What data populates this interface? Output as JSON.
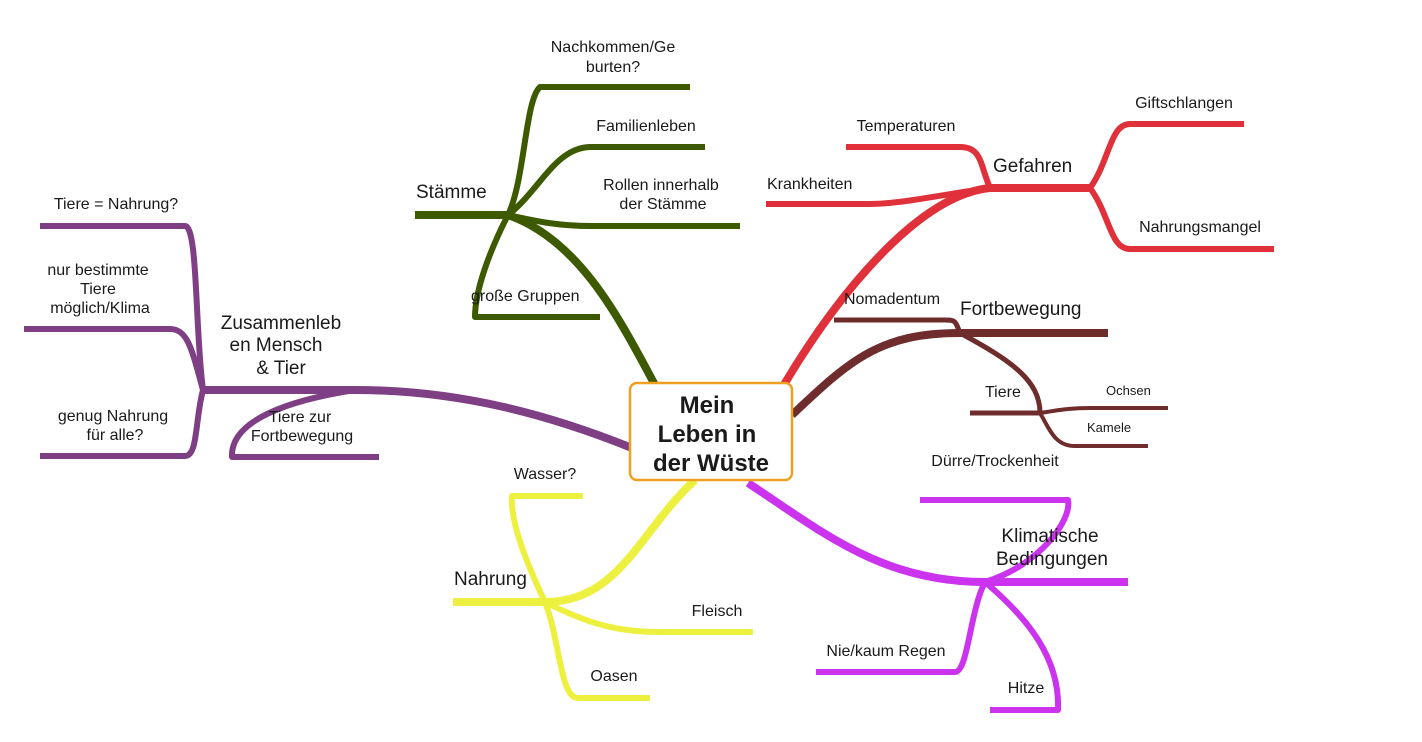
{
  "center": {
    "lines": [
      "Mein",
      "Leben  in",
      "der  Wüste"
    ],
    "border_color": "#f0a020"
  },
  "colors": {
    "staemme": "#3d5a00",
    "gefahren": "#e0303a",
    "fortbewegung": "#6e2c2c",
    "klima": "#cc33ee",
    "nahrung": "#eef040",
    "zusammenleben": "#7f3f85"
  },
  "branches": {
    "staemme": {
      "title": "Stämme",
      "children": [
        "Nachkommen/Ge",
        "burten?",
        "Familienleben",
        "Rollen  innerhalb",
        "der  Stämme",
        "große Gruppen"
      ]
    },
    "gefahren": {
      "title": "Gefahren",
      "children": [
        "Temperaturen",
        "Krankheiten",
        "Giftschlangen",
        "Nahrungsmangel"
      ]
    },
    "fortbewegung": {
      "title": "Fortbewegung",
      "children": [
        "Nomadentum",
        "Tiere",
        "Ochsen",
        "Kamele"
      ]
    },
    "klima": {
      "title_lines": [
        "Klimatische",
        "Bedingungen"
      ],
      "children": [
        "Dürre/Trockenheit",
        "Nie/kaum Regen",
        "Hitze"
      ]
    },
    "nahrung": {
      "title": "Nahrung",
      "children": [
        "Wasser?",
        "Fleisch",
        "Oasen"
      ]
    },
    "zusammenleben": {
      "title_lines": [
        "Zusammenleb",
        "en  Mensch",
        "&  Tier"
      ],
      "children": [
        "Tiere = Nahrung?",
        "nur  bestimmte",
        "Tiere",
        "möglich/Klima",
        "genug  Nahrung",
        "für  alle?",
        "Tiere  zur",
        "Fortbewegung"
      ]
    }
  }
}
